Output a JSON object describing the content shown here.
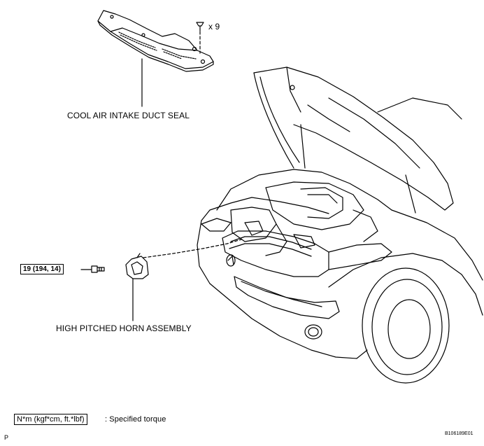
{
  "fastener_count": "x 9",
  "labels": {
    "cool_air_seal": "COOL AIR INTAKE DUCT SEAL",
    "horn_assembly": "HIGH PITCHED HORN ASSEMBLY"
  },
  "torque": "19 (194, 14)",
  "legend": {
    "box": "N*m (kgf*cm, ft.*lbf)",
    "text": ": Specified torque"
  },
  "corner_left": "P",
  "figure_id": "B106189E01"
}
